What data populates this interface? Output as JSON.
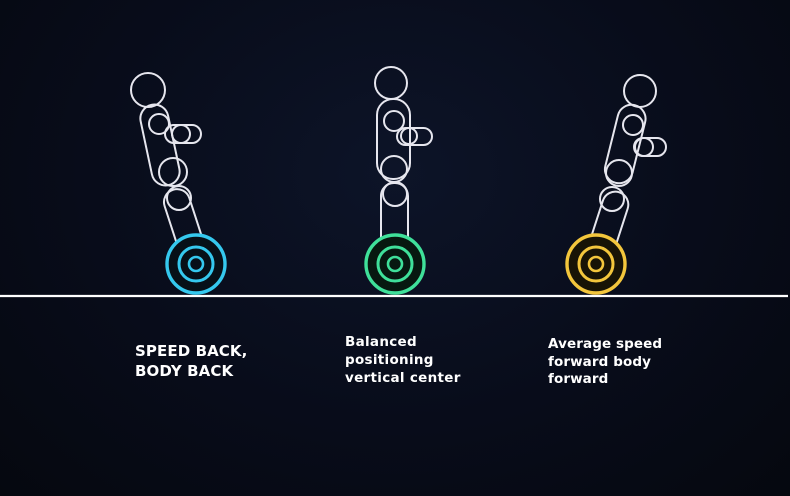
{
  "captions": {
    "back": [
      "SPEED BACK,",
      "BODY BACK"
    ],
    "balanced": [
      "Balanced",
      "positioning",
      "vertical center"
    ],
    "forward": [
      "Average speed",
      "forward body",
      "forward"
    ]
  },
  "colors": {
    "background": "#070b17",
    "figure_outline": "#e6e6ee",
    "ground_line": "#ffffff",
    "wheel_back": "#35c8ee",
    "wheel_balanced": "#3fe09a",
    "wheel_forward": "#f3c63c"
  }
}
